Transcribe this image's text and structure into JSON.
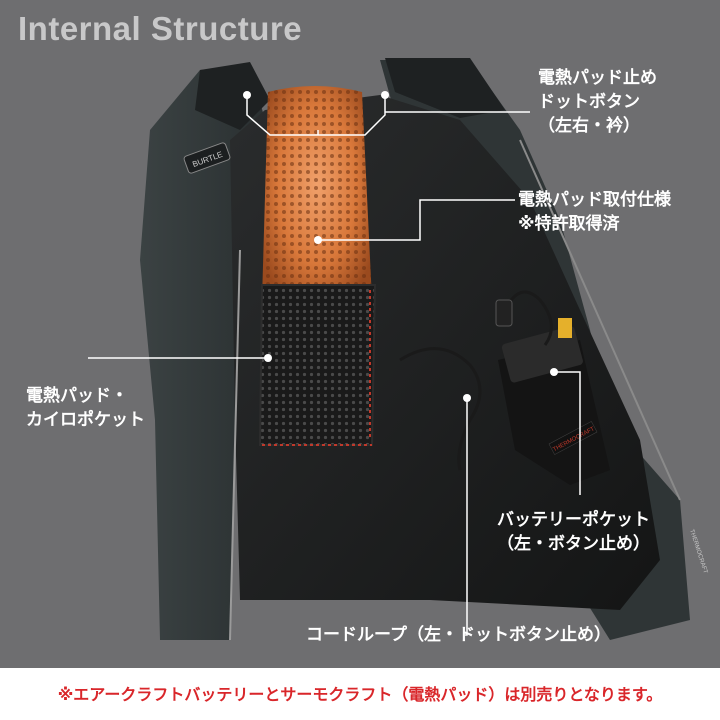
{
  "title": "Internal Structure",
  "brand_badge": "BURTLE",
  "battery_tag": "THERMOCRAFT",
  "zipper_tag": "THERMOCRAFT",
  "callouts": {
    "snap_buttons": [
      "電熱パッド止め",
      "ドットボタン",
      "（左右・衿）"
    ],
    "pad_mount": [
      "電熱パッド取付仕様",
      "※特許取得済"
    ],
    "pad_pocket": [
      "電熱パッド・",
      "カイロポケット"
    ],
    "battery_pocket": [
      "バッテリーポケット",
      "（左・ボタン止め）"
    ],
    "cord_loop": "コードループ（左・ドットボタン止め）"
  },
  "footer_note": "※エアークラフトバッテリーとサーモクラフト（電熱パッド）は別売りとなります。",
  "colors": {
    "background": "#6e6e70",
    "title": "#c8c8c9",
    "footer_text": "#d9262a",
    "pad": "#d97a3c",
    "callout": "#ffffff"
  }
}
